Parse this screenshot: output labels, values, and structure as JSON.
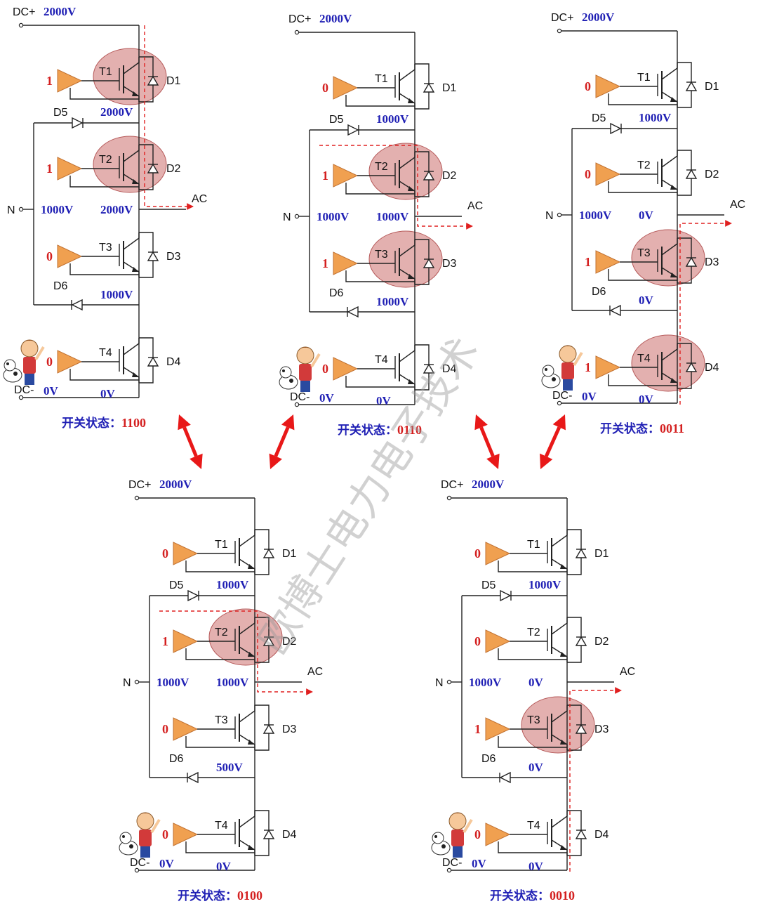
{
  "labels": {
    "dc_plus": "DC+",
    "dc_minus": "DC-",
    "neutral": "N",
    "ac": "AC",
    "state_prefix": "开关状态：",
    "switches": [
      "T1",
      "T2",
      "T3",
      "T4"
    ],
    "diodes": [
      "D1",
      "D2",
      "D3",
      "D4"
    ],
    "clamp_diodes": [
      "D5",
      "D6"
    ]
  },
  "watermark": "欧博士电力电子技术",
  "colors": {
    "voltage_text": "#1f1fb4",
    "gate_text": "#d42020",
    "highlight": "#d99594",
    "current_path": "#e02020",
    "driver": "#f0a050",
    "arrow": "#e81818"
  },
  "circuits": [
    {
      "id": "1100",
      "state": "1100",
      "gates": [
        "1",
        "1",
        "0",
        "0"
      ],
      "v_dc_plus": "2000V",
      "v_n": "1000V",
      "v_dc_minus": "0V",
      "node_v": [
        "2000V",
        "2000V",
        "1000V",
        "0V"
      ],
      "highlight": [
        true,
        true,
        false,
        false
      ],
      "kid_icon": true,
      "current_path": "top"
    },
    {
      "id": "0110",
      "state": "0110",
      "gates": [
        "0",
        "1",
        "1",
        "0"
      ],
      "v_dc_plus": "2000V",
      "v_n": "1000V",
      "v_dc_minus": "0V",
      "node_v": [
        "1000V",
        "1000V",
        "1000V",
        "0V"
      ],
      "highlight": [
        false,
        true,
        true,
        false
      ],
      "kid_icon": true,
      "current_path": "clamp_top"
    },
    {
      "id": "0011",
      "state": "0011",
      "gates": [
        "0",
        "0",
        "1",
        "1"
      ],
      "v_dc_plus": "2000V",
      "v_n": "1000V",
      "v_dc_minus": "0V",
      "node_v": [
        "1000V",
        "0V",
        "0V",
        "0V"
      ],
      "highlight": [
        false,
        false,
        true,
        true
      ],
      "kid_icon": true,
      "current_path": "bottom"
    },
    {
      "id": "0100",
      "state": "0100",
      "gates": [
        "0",
        "1",
        "0",
        "0"
      ],
      "v_dc_plus": "2000V",
      "v_n": "1000V",
      "v_dc_minus": "0V",
      "node_v": [
        "1000V",
        "1000V",
        "500V",
        "0V"
      ],
      "highlight": [
        false,
        true,
        false,
        false
      ],
      "kid_icon": true,
      "current_path": "clamp_top"
    },
    {
      "id": "0010",
      "state": "0010",
      "gates": [
        "0",
        "0",
        "1",
        "0"
      ],
      "v_dc_plus": "2000V",
      "v_n": "1000V",
      "v_dc_minus": "0V",
      "node_v": [
        "1000V",
        "0V",
        "0V",
        "0V"
      ],
      "highlight": [
        false,
        false,
        true,
        false
      ],
      "kid_icon": true,
      "current_path": "clamp_bottom"
    }
  ]
}
